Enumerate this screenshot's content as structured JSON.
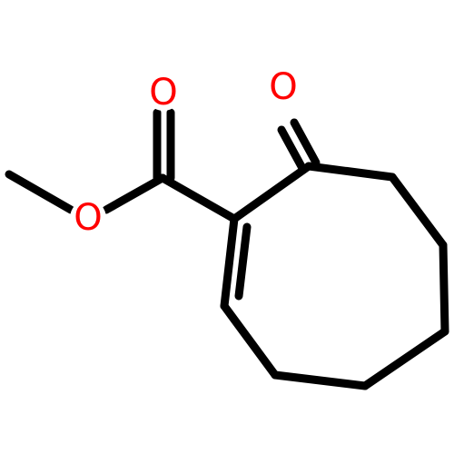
{
  "molecule": {
    "atoms": [
      {
        "id": "o_carbonyl_ester",
        "symbol": "O",
        "color": "#ff0000"
      },
      {
        "id": "o_ketone",
        "symbol": "O",
        "color": "#ff0000"
      },
      {
        "id": "o_ester",
        "symbol": "O",
        "color": "#ff0000"
      }
    ],
    "bond_color": "#000000"
  }
}
